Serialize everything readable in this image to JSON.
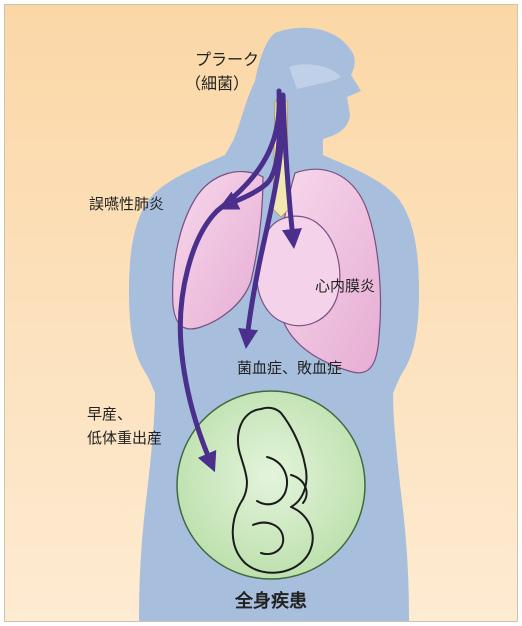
{
  "colors": {
    "background_top": "#fbdcb0",
    "background_bottom": "#fde9cd",
    "body": "#a7bddc",
    "lungs": "#efc2e0",
    "lung_outline": "#7a4f82",
    "heart": "#f3cce6",
    "womb": "#c6e6b8",
    "womb_outline": "#3f6a3f",
    "arrow": "#4a2f8c",
    "text": "#222222"
  },
  "labels": {
    "plaque": "プラーク",
    "bacteria": "（細菌）",
    "pneumonia": "誤嚥性肺炎",
    "endocarditis": "心内膜炎",
    "bacteremia": "菌血症、敗血症",
    "preterm_line1": "早産、",
    "preterm_line2": "低体重出産",
    "systemic": "全身疾患"
  },
  "icons": {
    "body": "human-torso-silhouette",
    "lungs": "lungs-icon",
    "heart": "heart-icon",
    "fetus": "fetus-icon"
  }
}
